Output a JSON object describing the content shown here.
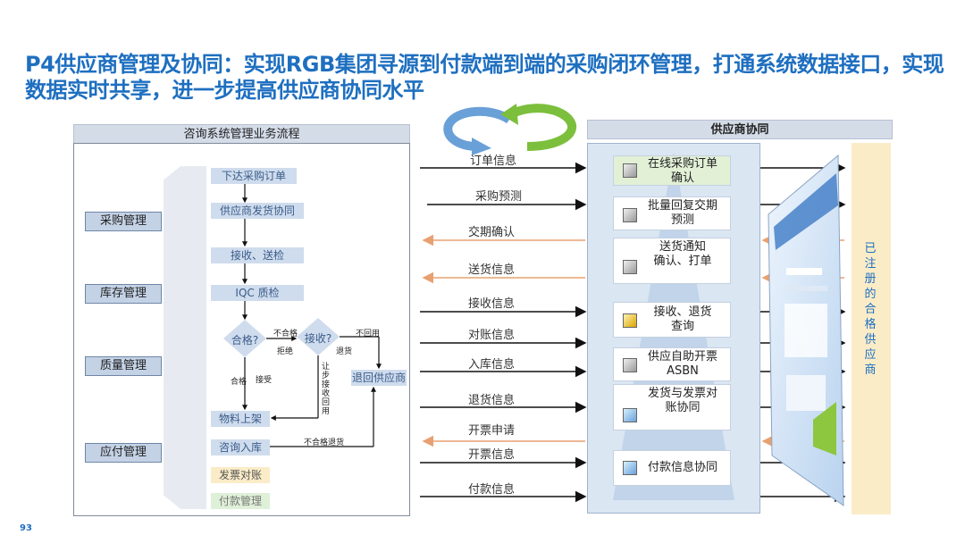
{
  "title": "P4供应商管理及协同：实现RGB集团寻源到付款端到端的采购闭环管理，打通系统数据接口，实现数据实时共享，进一步提高供应商协同水平",
  "left_header": "咨询系统管理业务流程",
  "right_header": "供应商协同",
  "categories": [
    "采购管理",
    "库存管理",
    "质量管理",
    "应付管理"
  ],
  "steps": {
    "s1": "下达采购订单",
    "s2": "供应商发货协同",
    "s3": "接收、送检",
    "s4": "IQC 质检",
    "d1": "合格?",
    "d2": "接收?",
    "ret": "退回供应商",
    "s5": "物料上架",
    "s6": "咨询入库",
    "s7": "发票对账",
    "s8": "付款管理"
  },
  "small_labels": {
    "fail": "不合格",
    "reject": "拒绝",
    "no_use": "不回用",
    "return_goods": "退货",
    "pass": "合格",
    "accept": "接受",
    "concession": "让步接收回用",
    "fail_return": "不合格退货"
  },
  "messages": [
    "订单信息",
    "采购预测",
    "交期确认",
    "送货信息",
    "接收信息",
    "对账信息",
    "入库信息",
    "退货信息",
    "开票申请",
    "开票信息",
    "付款信息"
  ],
  "right_items": [
    "在线采购订单确认",
    "批量回复交期预测",
    "送货通知确认、打单",
    "接收、退货查询",
    "供应自助开票ASBN",
    "发货与发票对账协同",
    "付款信息协同"
  ],
  "right_items_lines": [
    [
      "在线采购订单",
      "确认"
    ],
    [
      "批量回复交期",
      "预测"
    ],
    [
      "送货通知",
      "确认、打单"
    ],
    [
      "接收、退货",
      "查询"
    ],
    [
      "供应自助开票",
      "ASBN"
    ],
    [
      "发货与发票对",
      "账协同"
    ],
    [
      "付款信息协同"
    ]
  ],
  "vertical_label": "已注册的合格供应商",
  "page_number": "93",
  "colors": {
    "title": "#1e6fc0",
    "arrow_black": "#111111",
    "arrow_orange": "#e8a070",
    "step_fill": "#cfdced",
    "invoice_fill": "#fbecc8",
    "payment_fill": "#dff0d8",
    "cycle_blue": "#6aa0d8",
    "cycle_green": "#7cbf3c"
  },
  "icons": [
    "cycle-arrows-icon",
    "document-icon",
    "portal-screenshot"
  ]
}
